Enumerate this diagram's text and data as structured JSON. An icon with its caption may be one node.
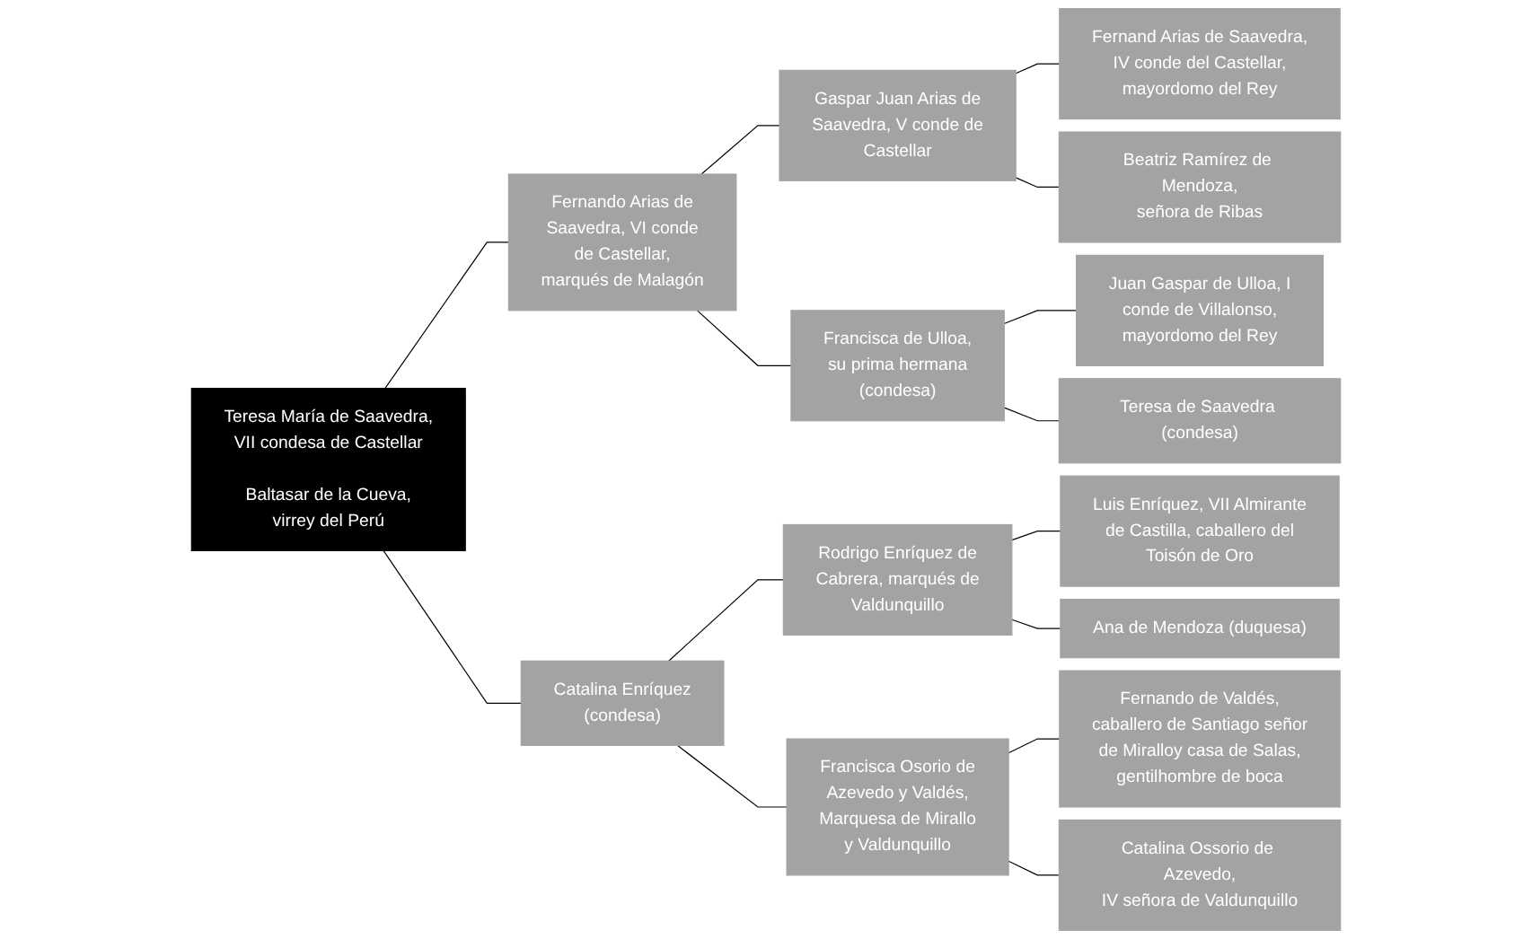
{
  "diagram": {
    "nodes": [
      {
        "text": [
          "Teresa María de Saavedra, VII condesa de Castellar",
          "Baltasar de la Cueva, virrey del Perú"
        ]
      },
      {
        "text": [
          "Fernando Arias de Saavedra, VI conde de Castellar, marqués de Malagón"
        ]
      },
      {
        "text": [
          "Gaspar Juan Arias de Saavedra, V conde de Castellar"
        ]
      },
      {
        "text": [
          "Fernand Arias de Saavedra, IV conde del Castellar, mayordomo del Rey"
        ]
      },
      {
        "text": [
          "Beatriz Ramírez de Mendoza, señora de Ribas"
        ]
      },
      {
        "text": [
          "Francisca de Ulloa, su prima hermana (condesa)"
        ]
      },
      {
        "text": [
          "Juan Gaspar de Ulloa, I conde de Villalonso, mayordomo del Rey"
        ]
      },
      {
        "text": [
          "Teresa de Saavedra (condesa)"
        ]
      },
      {
        "text": [
          "Catalina Enríquez (condesa)"
        ]
      },
      {
        "text": [
          "Rodrigo Enríquez de Cabrera, marqués de Valdunquillo"
        ]
      },
      {
        "text": [
          "Luis Enríquez, VII Almirante de Castilla, caballero del Toisón de Oro"
        ]
      },
      {
        "text": [
          "Ana de Mendoza (duquesa)"
        ]
      },
      {
        "text": [
          "Francisca Osorio de Azevedo y Valdés, Marquesa de Mirallo y Valdunquillo"
        ]
      },
      {
        "text": [
          "Fernando de Valdés, caballero de Santiago señor de Miralloy casa de Salas, gentilhombre de boca"
        ]
      },
      {
        "text": [
          "Catalina Ossorio de Azevedo, IV señora de Valdunquillo"
        ]
      }
    ],
    "edges": [
      {
        "from": 0,
        "to": 1,
        "arrow": "none"
      },
      {
        "from": 0,
        "to": 8,
        "arrow": "none"
      },
      {
        "from": 1,
        "to": 2,
        "arrow": "none"
      },
      {
        "from": 1,
        "to": 5,
        "arrow": "none"
      },
      {
        "from": 2,
        "to": 3,
        "arrow": "none"
      },
      {
        "from": 2,
        "to": 4,
        "arrow": "none"
      },
      {
        "from": 5,
        "to": 6,
        "arrow": "none"
      },
      {
        "from": 5,
        "to": 7,
        "arrow": "none"
      },
      {
        "from": 8,
        "to": 9,
        "arrow": "none"
      },
      {
        "from": 8,
        "to": 12,
        "arrow": "none"
      },
      {
        "from": 9,
        "to": 10,
        "arrow": "none"
      },
      {
        "from": 9,
        "to": 11,
        "arrow": "none"
      },
      {
        "from": 12,
        "to": 13,
        "arrow": "none"
      },
      {
        "from": 12,
        "to": 14,
        "arrow": "none"
      }
    ]
  }
}
